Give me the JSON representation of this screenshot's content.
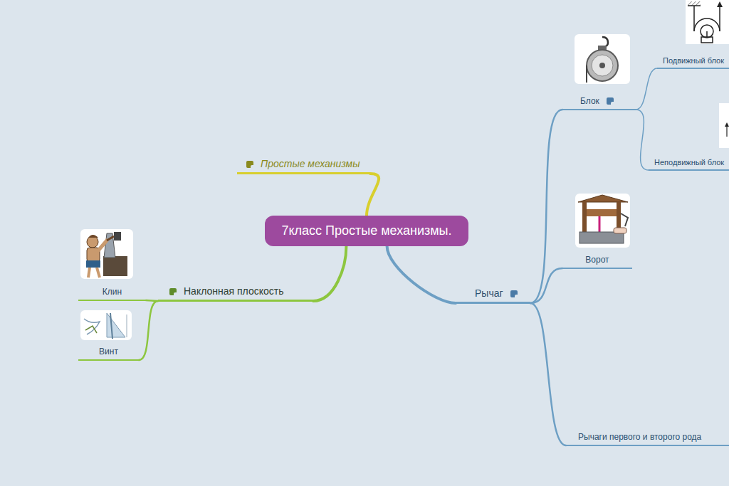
{
  "diagram": {
    "nodes": [
      {
        "text": [
          "7класс Простые механизмы."
        ]
      },
      {
        "text": [
          "Простые механизмы"
        ]
      },
      {
        "text": [
          "Наклонная плоскость"
        ]
      },
      {
        "text": [
          "Клин"
        ]
      },
      {
        "text": [
          "Винт"
        ]
      },
      {
        "text": [
          "Рычаг"
        ]
      },
      {
        "text": [
          "Блок"
        ]
      },
      {
        "text": [
          "Подвижный блок"
        ]
      },
      {
        "text": [
          "Неподвижный блок"
        ]
      },
      {
        "text": [
          "Ворот"
        ]
      },
      {
        "text": [
          "Рычаги первого и второго рода"
        ]
      }
    ],
    "edges": [
      {
        "from": 0,
        "to": 1,
        "arrow": "none"
      },
      {
        "from": 0,
        "to": 2,
        "arrow": "none"
      },
      {
        "from": 2,
        "to": 3,
        "arrow": "none"
      },
      {
        "from": 2,
        "to": 4,
        "arrow": "none"
      },
      {
        "from": 0,
        "to": 5,
        "arrow": "none"
      },
      {
        "from": 5,
        "to": 6,
        "arrow": "none"
      },
      {
        "from": 6,
        "to": 7,
        "arrow": "none"
      },
      {
        "from": 6,
        "to": 8,
        "arrow": "none"
      },
      {
        "from": 5,
        "to": 9,
        "arrow": "none"
      },
      {
        "from": 5,
        "to": 10,
        "arrow": "none"
      }
    ]
  }
}
